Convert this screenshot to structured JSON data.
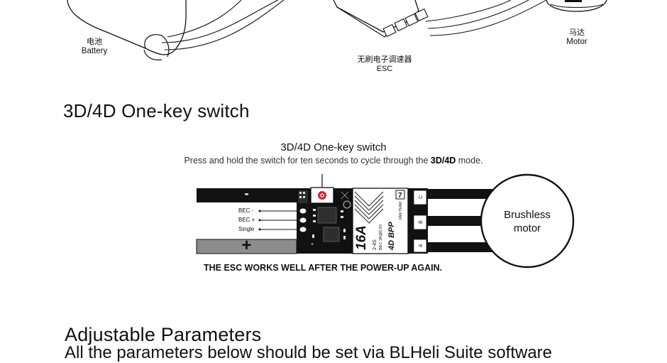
{
  "top_diagram": {
    "battery_label_cn": "电池",
    "battery_label_en": "Battery",
    "esc_label_cn": "无刷电子调速器",
    "esc_label_en": "ESC",
    "motor_label_cn": "马达",
    "motor_label_en": "Motor"
  },
  "section_one": {
    "heading": "3D/4D One-key switch",
    "diagram_title": "3D/4D One-key switch",
    "instruction_before": "Press and hold the switch for ten seconds to cycle through the ",
    "instruction_bold": "3D/4D",
    "instruction_after": " mode.",
    "minus_sign": "-",
    "plus_sign": "+",
    "pin_labels": [
      "BEC -",
      "BEC +",
      "Single"
    ],
    "motor_text_line1": "Brushless",
    "motor_text_line2": "motor",
    "footer_note": "THE ESC WORKS WELL AFTER THE POWER-UP AGAIN.",
    "board_rating": "16A",
    "board_cells": "2-4S",
    "board_bec": "BEC 3A@5.5V",
    "board_brand": "4D BPP",
    "phase_labels": [
      "C",
      "B",
      "A"
    ]
  },
  "section_two": {
    "heading": "Adjustable Parameters",
    "cut_text": "All the parameters below should be set via BLHeli Suite software"
  },
  "colors": {
    "accent_red": "#d8262c",
    "plus_pad": "#8c8c8c",
    "ink": "#111111"
  }
}
